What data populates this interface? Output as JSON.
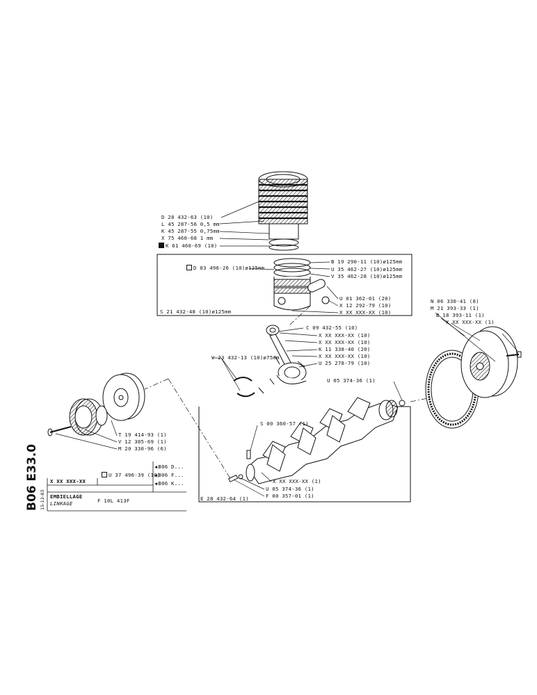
{
  "sheet": {
    "code": "B06 E33.0",
    "date": "15-12-83",
    "part_number": "X XX XXX-XX",
    "title_fr": "EMBIELLAGE",
    "title_en": "LINKAGE",
    "model": "F 10L 413F",
    "alt_ref": "U 37 496-39 (10)",
    "refs": [
      "B06 D...",
      "B06 F...",
      "B06 K..."
    ]
  },
  "cylinder_labels": [
    "D 28 432-63 (10)",
    "L 45 287-56 0,5 mm",
    "K 45 287-55 0,75mm",
    "X 75 460-68 1   mm",
    "K 61 460-69 (10)"
  ],
  "piston_box": {
    "caption": "S 21 432-48 (10)ø125mm",
    "left_label": "D 03 496-26 (10)ø125mm",
    "labels": [
      "B 19 290-11 (10)ø125mm",
      "U 35 462-27 (10)ø125mm",
      "V 35 462-28 (10)ø125mm",
      "U 01 362-01 (20)",
      "X 12 292-79 (10)",
      "X XX XXX-XX (10)"
    ]
  },
  "rod_labels": [
    "C 09 432-55 (10)",
    "X XX XXX-XX (10)",
    "X XX XXX-XX (10)",
    "K 11 338-40 (20)",
    "X XX XXX-XX (10)",
    "U 25 278-79 (10)"
  ],
  "bearing_label": "V 23 432-13 (10)ø75mm",
  "flywheel_labels": [
    "N 06 330-41 (8)",
    "M 21 393-33 (1)",
    "B 18 393-11 (1)",
    "X XX XXX-XX (1)"
  ],
  "crank_box": {
    "caption": "E 28 432-64 (1)",
    "labels": [
      "U 05 374-36 (1)",
      "S 00 360-57 (1)",
      "X XX XXX-XX (1)",
      "U 05 374-36 (1)",
      "F 00 357-01 (1)"
    ]
  },
  "damper_labels": [
    "T 19 414-93 (1)",
    "V 12 385-69 (1)",
    "M 20 330-96 (6)"
  ]
}
